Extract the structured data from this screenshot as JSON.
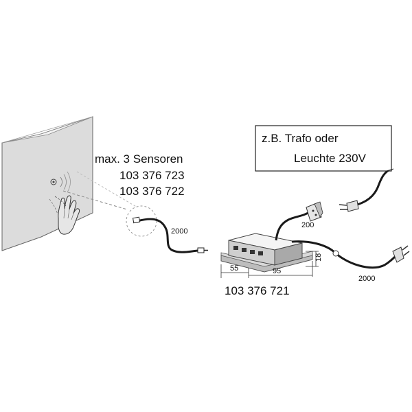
{
  "sensor_labels": {
    "max": "max. 3 Sensoren",
    "article_1": "103 376 723",
    "article_2": "103 376 722"
  },
  "cable_lengths": {
    "sensor_cable": "2000",
    "short_cable": "200",
    "power_cable": "2000"
  },
  "dimensions": {
    "width": "55",
    "length": "95",
    "height": "18"
  },
  "controller_article": "103 376 721",
  "callout": {
    "line1": "z.B. Trafo oder",
    "line2": "Leuchte 230V"
  }
}
